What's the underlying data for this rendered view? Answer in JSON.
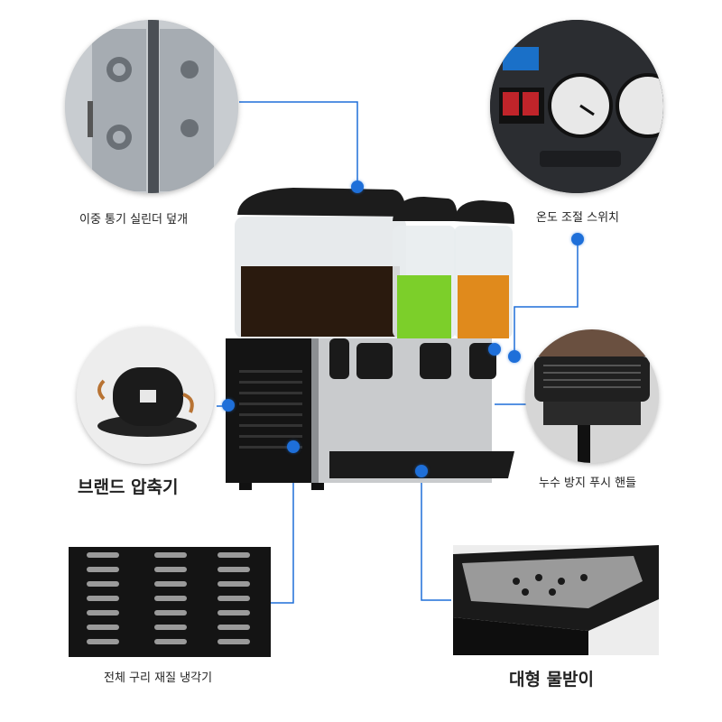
{
  "callouts": {
    "lid": "이중 통기 실린더 덮개",
    "thermostat": "온도 조절 스위치",
    "compressor": "브랜드 압축기",
    "push_handle": "누수 방지 푸시 핸들",
    "copper_cooling": "전체 구리 재질 냉각기",
    "drip_tray": "대형 물받이"
  },
  "colors": {
    "accent_line": "#1e6fd9",
    "tank_left_liquid": "#2a1a0e",
    "tank_middle_liquid": "#7ccf2a",
    "tank_right_liquid": "#e08a1c"
  }
}
